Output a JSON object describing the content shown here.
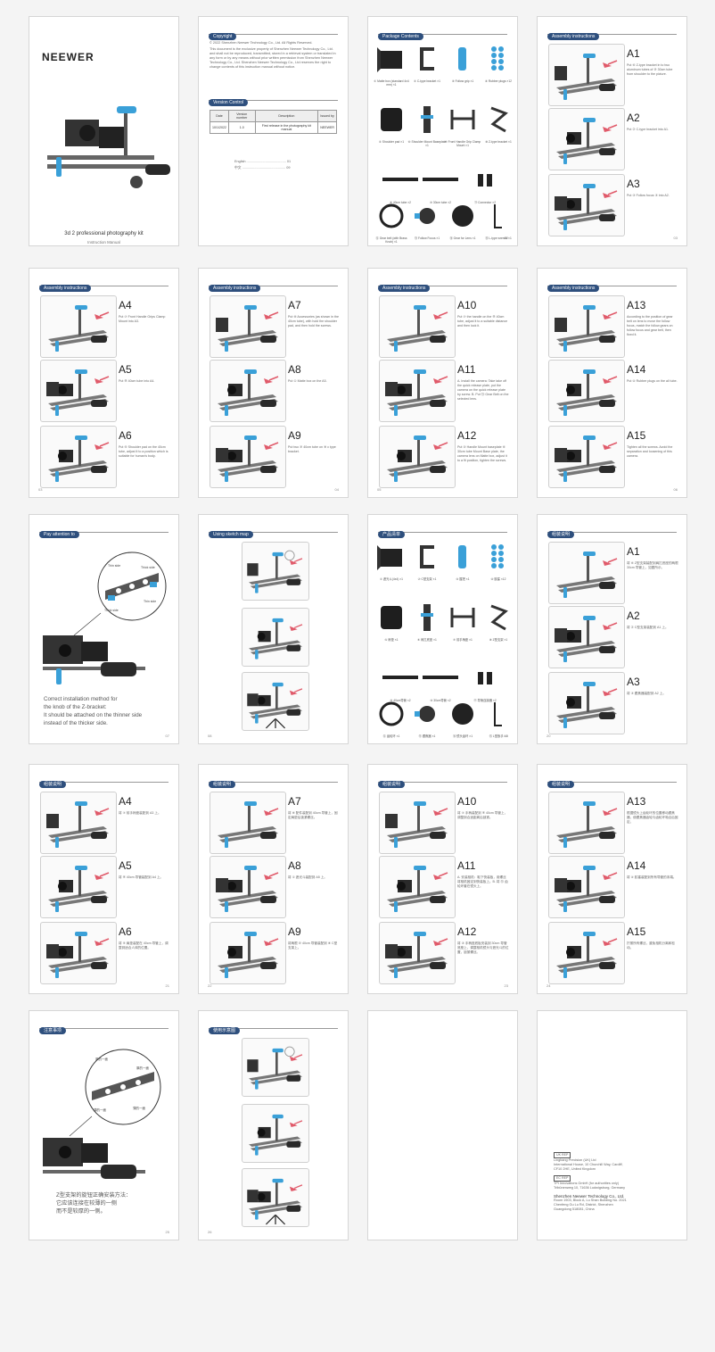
{
  "cover": {
    "brand": "NEEWER",
    "title": "3d 2 professional photography kit",
    "subtitle": "Instruction Manual"
  },
  "copyright": {
    "header": "Copyright",
    "line1": "© 2022 Shenzhen Neewer Technology Co., Ltd. All Rights Reserved.",
    "body": "This document is the exclusive property of Shenzhen Neewer Technology Co., Ltd. and shall not be reproduced, transmitted, stored in a retrieval system or translated in any form or by any means without prior written permission from Shenzhen Neewer Technology Co., Ltd. Shenzhen Neewer Technology Co., Ltd reserves the right to change contents of this instruction manual without notice.",
    "version_header": "Version Control",
    "version_cols": [
      "Date",
      "Version number",
      "Description",
      "Issued by"
    ],
    "version_row": [
      "10/1/2022",
      "1.0",
      "First release in the photography kit manual",
      "NEEWER"
    ],
    "toc_en": "English .......................................... 01",
    "toc_zh": "中文 .............................................. 09"
  },
  "kit_en": {
    "header": "Package Contents",
    "items": [
      "① Matte box (standard 4x4 mm) ×1",
      "② C-type bracket ×1",
      "③ Follow grip ×1",
      "④ Rubber plugs ×12",
      "⑤ Shoulder pad ×1",
      "⑥ Shoulder Mount Baseplate ×1",
      "⑦ Front Handle Grip Clamp Mount ×1",
      "⑧ Z-type bracket ×1",
      "⑨ 40cm tube ×2",
      "⑩ 30cm tube ×2",
      "⑪ Connector ×2",
      "⑫ Gear belt (with Brass Knob) ×1",
      "⑬ Follow Focus ×1",
      "⑭ Gear for Lens ×1",
      "⑮ L-type wrench ×1"
    ],
    "page": "02"
  },
  "kit_zh": {
    "header": "产品清单",
    "items": [
      "① 遮光斗(4x4) ×1",
      "② C型支架 ×1",
      "③ 握把 ×1",
      "④ 胶塞 ×12",
      "⑤ 肩垫 ×1",
      "⑥ 肩扛底座 ×1",
      "⑦ 前手柄座 ×1",
      "⑧ Z型支架 ×1",
      "⑨ 40cm导管 ×2",
      "⑩ 30cm导管 ×2",
      "⑪ 导管连接器 ×2",
      "⑫ 齿轮环 ×1",
      "⑬ 跟焦器 ×1",
      "⑭ 镜头齿环 ×1",
      "⑮ L型扳手 ×1"
    ],
    "page": "19"
  },
  "steps_en": [
    {
      "header": "Assembly instructions",
      "page": "03",
      "items": [
        {
          "id": "A1",
          "text": "Put ⑥ Z-type bracket in to two aluminum tubes of ⑩ 30cm tube from shoulder to the picture."
        },
        {
          "id": "A2",
          "text": "Put ② C-type bracket into A1."
        },
        {
          "id": "A3",
          "text": "Put ③ Follow focus ③ into A2."
        }
      ]
    },
    {
      "header": "Assembly instructions",
      "page": "03",
      "items": [
        {
          "id": "A4",
          "text": "Put ⑦ Front Handle Grips Clamp Mount into A3."
        },
        {
          "id": "A5",
          "text": "Put ⑨ 40cm tube into A4."
        },
        {
          "id": "A6",
          "text": "Put ⑤ Shoulder pad on the 40cm tube, adjust it to a position which is suitable for human's body."
        }
      ]
    },
    {
      "header": "Assembly instructions",
      "page": "04",
      "items": [
        {
          "id": "A7",
          "text": "Put ⑧ Accessories (as shown in the 40cm tube), with hold the shoulder pad, and then hold the screws."
        },
        {
          "id": "A8",
          "text": "Put ① Matte box on the A5."
        },
        {
          "id": "A9",
          "text": "Put two ⑩ 40cm tube on ⑧ c type bracket."
        }
      ]
    },
    {
      "header": "Assembly instructions",
      "page": "05",
      "items": [
        {
          "id": "A10",
          "text": "Put ⑦ the handle on the ⑨ 40cm tube, adjust it to a suitable distance and then lock it."
        },
        {
          "id": "A11",
          "text": "A. Install the camera: Take take off the quick release plate, put the camera on the quick release plate by screw. B. Put ⑬ Gear Belt on the selected lens."
        },
        {
          "id": "A12",
          "text": "Put ③ Handle Mount baseplate ⑥ 30cm tube Mount Base plate, the camera lens on Matte box, adjust it to a fit position, tighten the screws."
        }
      ]
    },
    {
      "header": "Assembly instructions",
      "page": "06",
      "items": [
        {
          "id": "A13",
          "text": "According to the position of gear belt on lens to move the follow focus, match the follow gears on follow focus and gear belt, then fixed it."
        },
        {
          "id": "A14",
          "text": "Put ④ Rubber plugs on the all tube."
        },
        {
          "id": "A15",
          "text": "Tighten all the screws. Avoid the separation and loosening of this camera."
        }
      ]
    }
  ],
  "steps_zh": [
    {
      "header": "组装说明",
      "page": "20",
      "items": [
        {
          "id": "A1",
          "text": "将 ⑥ Z型支架装配到肩扛底座的两根 30cm 导管上，如图所示。"
        },
        {
          "id": "A2",
          "text": "将 ② C型支架装配到 A1 上。"
        },
        {
          "id": "A3",
          "text": "将 ③ 跟焦器装配到 A2 上。"
        }
      ]
    },
    {
      "header": "组装说明",
      "page": "21",
      "items": [
        {
          "id": "A4",
          "text": "将 ⑦ 前手柄座装配到 A3 上。"
        },
        {
          "id": "A5",
          "text": "将 ⑨ 40cm 导管装配到 A4 上。"
        },
        {
          "id": "A6",
          "text": "将 ⑤ 肩垫装配在 40cm 导管上，调整到适合人体的位置。"
        }
      ]
    },
    {
      "header": "组装说明",
      "page": "22",
      "items": [
        {
          "id": "A7",
          "text": "将 ⑧ 配件装配到 40cm 导管上，固定肩垫后锁紧螺丝。"
        },
        {
          "id": "A8",
          "text": "将 ① 遮光斗装配到 A5 上。"
        },
        {
          "id": "A9",
          "text": "将两根 ⑩ 40cm 导管装配到 ⑧ C型支架上。"
        }
      ]
    },
    {
      "header": "组装说明",
      "page": "23",
      "items": [
        {
          "id": "A10",
          "text": "将 ⑦ 手柄装配到 ⑨ 40cm 导管上，调整到合适距离后锁紧。"
        },
        {
          "id": "A11",
          "text": "A. 安装相机：取下快装板，用螺丝将相机固定到快装板上。B. 将 ⑬ 齿轮环套在镜头上。"
        },
        {
          "id": "A12",
          "text": "将 ③ 手柄座底板安装到 30cm 导管底座上，调整相机镜头与遮光斗的位置，锁紧螺丝。"
        }
      ]
    },
    {
      "header": "组装说明",
      "page": "24",
      "items": [
        {
          "id": "A13",
          "text": "根据镜头上齿轮环的位置移动跟焦器，使跟焦器齿轮与齿轮环啮合后固定。"
        },
        {
          "id": "A14",
          "text": "将 ④ 胶塞装配到所有导管的末端。"
        },
        {
          "id": "A15",
          "text": "拧紧所有螺丝，避免相机分离和松动。"
        }
      ]
    }
  ],
  "attention_en": {
    "header": "Pay attention to",
    "labels": [
      "Thin side",
      "Thick side",
      "Thin side",
      "Thick side"
    ],
    "note": [
      "Correct installation method for",
      "the knob of the Z-bracket:",
      "It should be attached on the thinner side",
      "instead of the thicker side."
    ],
    "page": "07"
  },
  "attention_zh": {
    "header": "注意事项",
    "labels": [
      "厚的一面",
      "厚的一面",
      "薄的一面",
      "薄的一面"
    ],
    "note": [
      "Z型支架的旋钮正确安装方法：",
      "它应该连接在较薄的一侧",
      "而不是较厚的一侧。"
    ],
    "page": "25"
  },
  "sketch_en": {
    "header": "Using sketch map",
    "page": "08"
  },
  "sketch_zh": {
    "header": "使用示意图",
    "page": "26"
  },
  "back": {
    "uk_tag": "UK REP",
    "uk_lines": [
      "Linghang Precision (UK) Ltd",
      "International House, 10 Churchill Way, Cardiff,",
      "CF10 2HE, United Kingdom"
    ],
    "eu_tag": "EC REP",
    "eu_lines": [
      "TPI Innovations GmbH (for authorities only)",
      "Tribünenweg 10, 71636 Ludwigsburg, Germany"
    ],
    "company": "Shenzhen Neewer Technology Co., Ltd.",
    "addr": [
      "Room 1903, Block A, Lu Shan Building No. 2021",
      "Chenfeng Gu Lu Rd, District, Shenzhen",
      "Guangdong 518081, China"
    ]
  }
}
